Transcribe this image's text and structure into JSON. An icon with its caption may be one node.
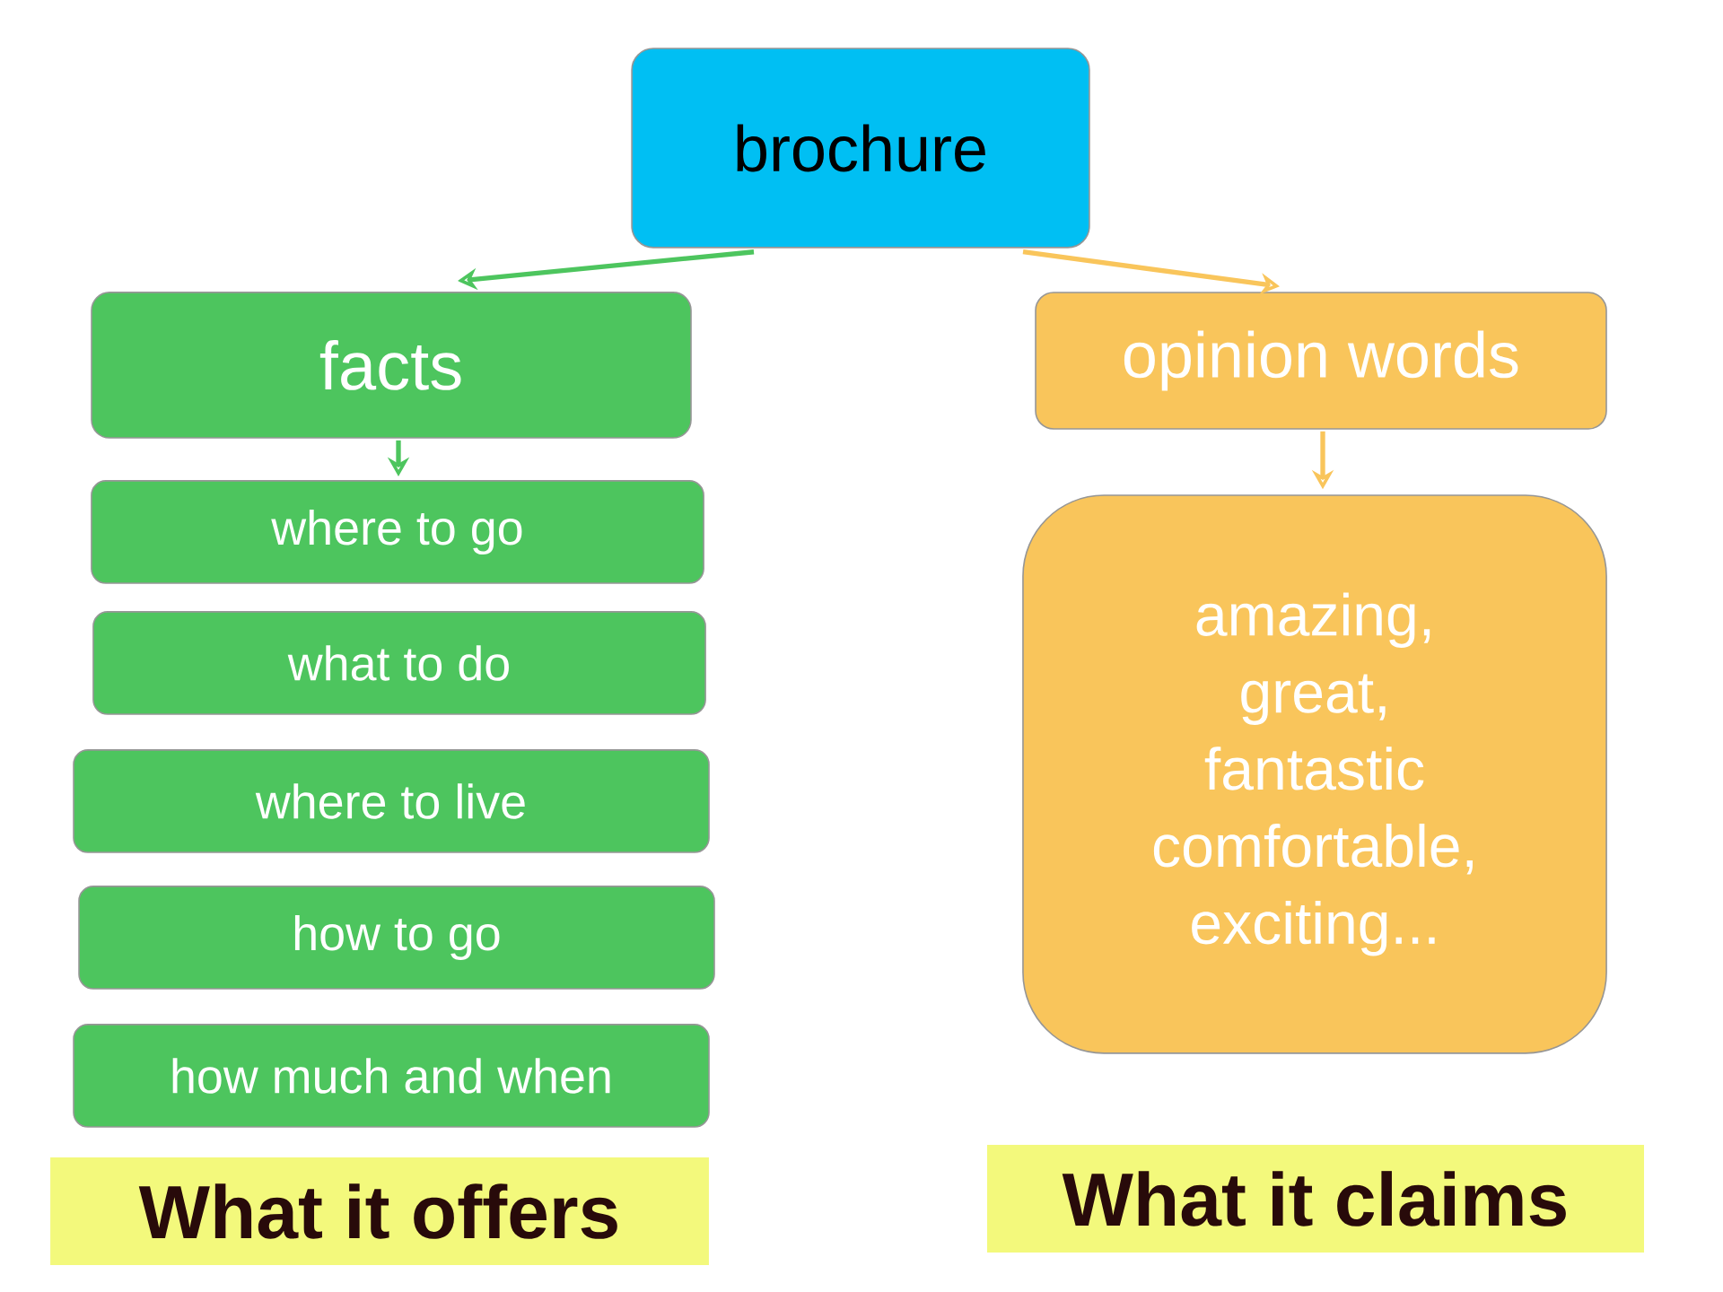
{
  "diagram": {
    "nodes": [
      {
        "text": [
          "brochure"
        ]
      },
      {
        "text": [
          "facts"
        ]
      },
      {
        "text": [
          "where to go"
        ]
      },
      {
        "text": [
          "what to do"
        ]
      },
      {
        "text": [
          "where to live"
        ]
      },
      {
        "text": [
          "how to go"
        ]
      },
      {
        "text": [
          "how much and when"
        ]
      },
      {
        "text": [
          "opinion words"
        ]
      },
      {
        "text": [
          "amazing, great, fantastic comfortable, exciting..."
        ]
      }
    ],
    "edges": [
      {
        "from": 0,
        "to": 1,
        "arrow": "to",
        "color": "#4dc55e"
      },
      {
        "from": 0,
        "to": 7,
        "arrow": "to",
        "color": "#f9c55b"
      },
      {
        "from": 1,
        "to": 2,
        "arrow": "to",
        "color": "#4dc55e"
      },
      {
        "from": 7,
        "to": 8,
        "arrow": "to",
        "color": "#f9c55b"
      }
    ],
    "labels": [
      "What it offers",
      "What it claims"
    ]
  }
}
